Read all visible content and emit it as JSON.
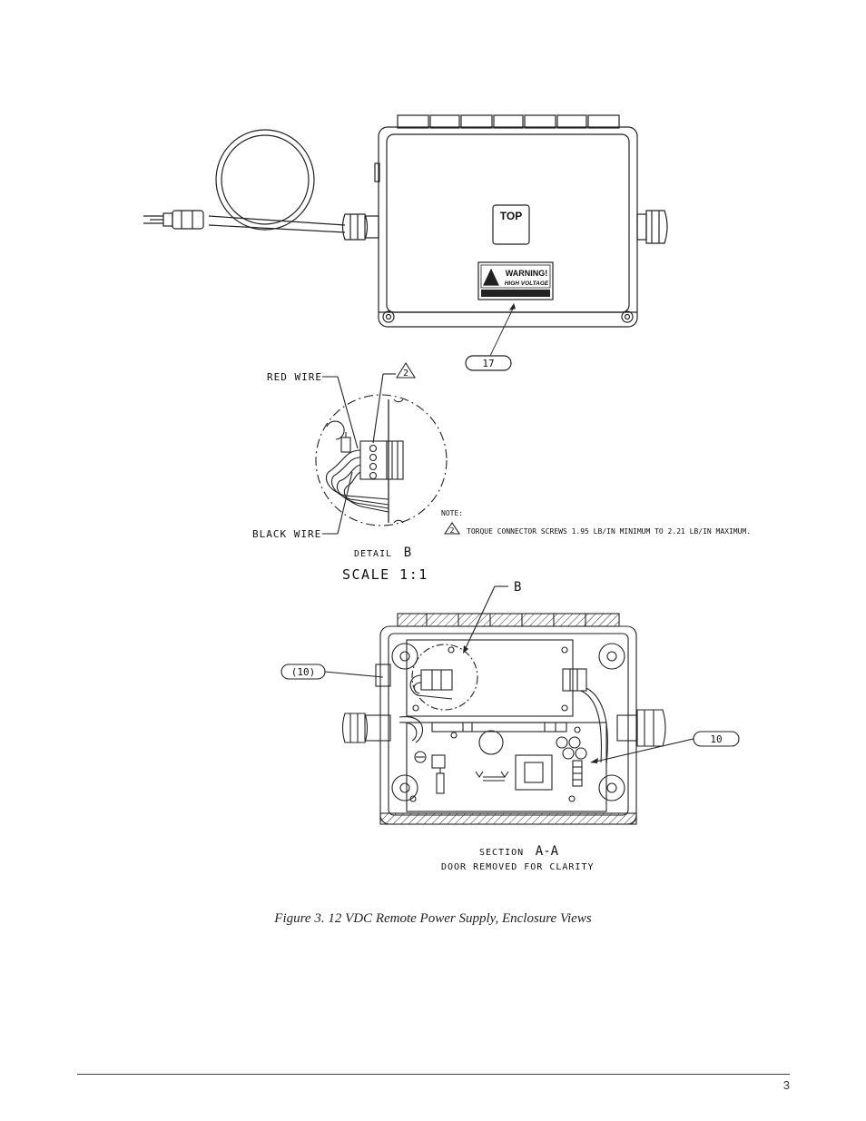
{
  "figure": {
    "caption": "Figure 3. 12 VDC Remote Power Supply, Enclosure Views",
    "top_view": {
      "top_label": "TOP",
      "warning_title": "WARNING!",
      "warning_subtitle": "HIGH VOLTAGE",
      "callout_17": "17"
    },
    "detail_b": {
      "red_wire": "RED WIRE",
      "black_wire": "BLACK WIRE",
      "note_flag": "2",
      "title_prefix": "DETAIL",
      "title_letter": "B",
      "scale": "SCALE 1:1"
    },
    "note": {
      "heading": "NOTE:",
      "flag": "2",
      "text": "TORQUE CONNECTOR SCREWS 1.95 LB/IN MINIMUM TO 2.21 LB/IN MAXIMUM."
    },
    "section_view": {
      "detail_ref": "B",
      "callout_10_ref": "(10)",
      "callout_10": "10",
      "title_prefix": "SECTION",
      "title_letters": "A-A",
      "subtitle": "DOOR REMOVED FOR CLARITY"
    }
  },
  "footer": {
    "page_number": "3"
  }
}
